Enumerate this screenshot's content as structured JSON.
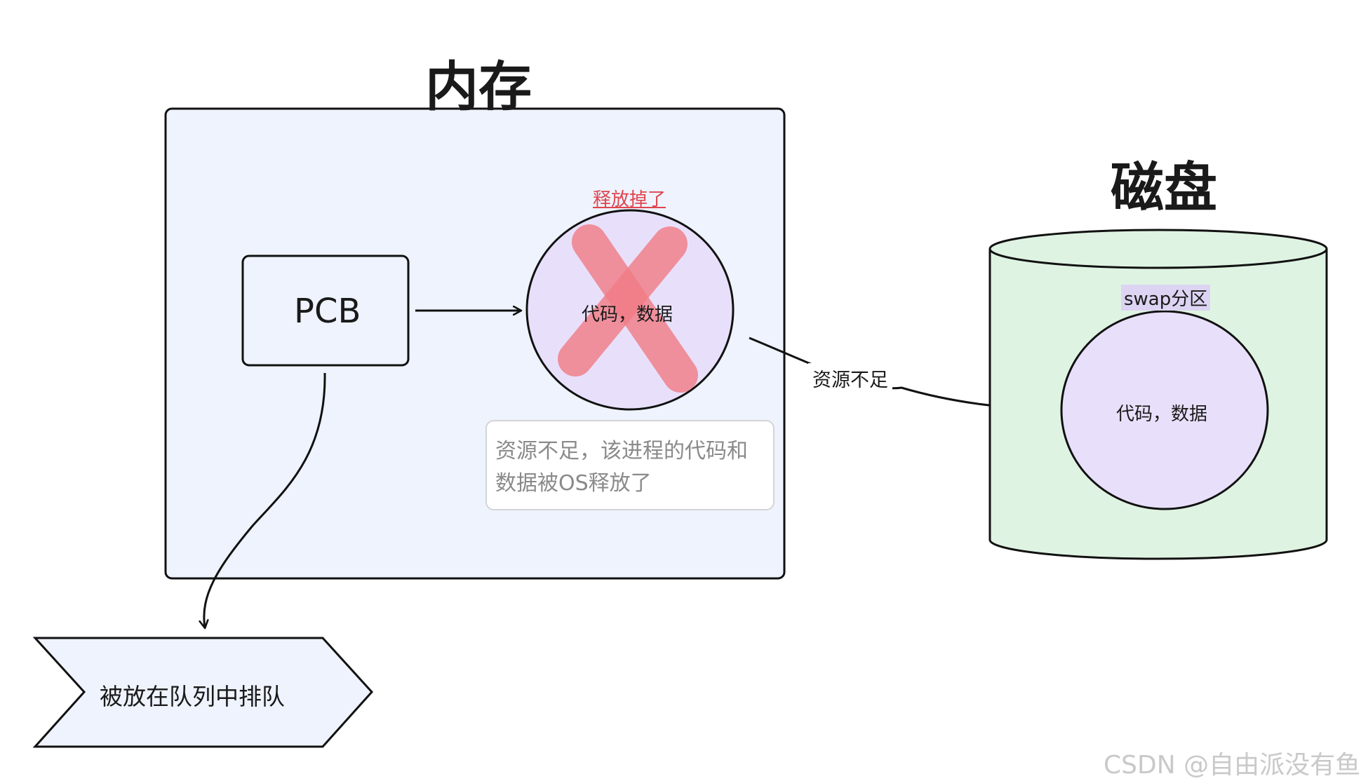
{
  "memory": {
    "title": "内存",
    "pcb_label": "PCB",
    "code_data_label": "代码，数据",
    "released_label": "释放掉了"
  },
  "note": {
    "text": "资源不足，该进程的代码和数据被OS释放了"
  },
  "disk": {
    "title": "磁盘",
    "swap_label": "swap分区",
    "code_data_label": "代码，数据"
  },
  "edge": {
    "label": "资源不足"
  },
  "queue": {
    "label": "被放在队列中排队"
  },
  "watermark": {
    "text": "CSDN @自由派没有鱼"
  },
  "colors": {
    "memory_fill": "#eef3fd",
    "disk_fill": "#dff3e3",
    "circle_fill": "#e8e0fb",
    "cross": "#f07a84",
    "queue_fill": "#eef3fd"
  }
}
